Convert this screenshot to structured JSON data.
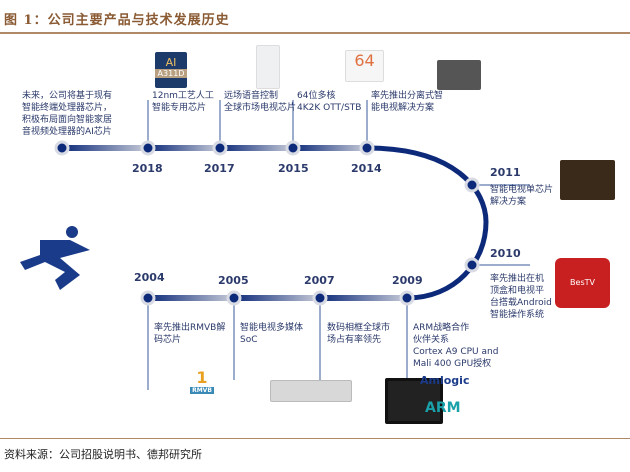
{
  "title": "图 1：公司主要产品与技术发展历史",
  "source": "资料来源：公司招股说明书、德邦研究所",
  "intro": [
    "未来，公司将基于现有",
    "智能终端处理器芯片，",
    "积极布局面向智能家居",
    "音视频处理器的AI芯片"
  ],
  "events": [
    {
      "year": "2018",
      "text": [
        "12nm工艺人工",
        "智能专用芯片"
      ],
      "image_label": "A311D",
      "image_sub": "AI"
    },
    {
      "year": "2017",
      "text": [
        "远场语音控制",
        "全球市场电视芯片"
      ]
    },
    {
      "year": "2015",
      "text": [
        "64位多核",
        "4K2K OTT/STB"
      ],
      "image_label": "64"
    },
    {
      "year": "2014",
      "text": [
        "率先推出分离式智",
        "能电视解决方案"
      ]
    },
    {
      "year": "2011",
      "text": [
        "智能电视单芯片",
        "解决方案"
      ]
    },
    {
      "year": "2010",
      "text": [
        "率先推出在机",
        "顶盒和电视平",
        "台搭载Android",
        "智能操作系统"
      ],
      "image_label": "BesTV"
    },
    {
      "year": "2009",
      "text": [
        "ARM战略合作",
        "伙伴关系",
        "Cortex A9 CPU and",
        "Mali 400 GPU授权"
      ],
      "logos": [
        "Amlogic",
        "ARM"
      ]
    },
    {
      "year": "2007",
      "text": [
        "数码相框全球市",
        "场占有率领先"
      ]
    },
    {
      "year": "2005",
      "text": [
        "智能电视多媒体",
        "SoC"
      ]
    },
    {
      "year": "2004",
      "text": [
        "率先推出RMVB解",
        "码芯片"
      ],
      "image_label": "RMVB",
      "badge": "1"
    }
  ],
  "colors": {
    "line": "#0d2a7a",
    "accent": "#8a5a32"
  }
}
